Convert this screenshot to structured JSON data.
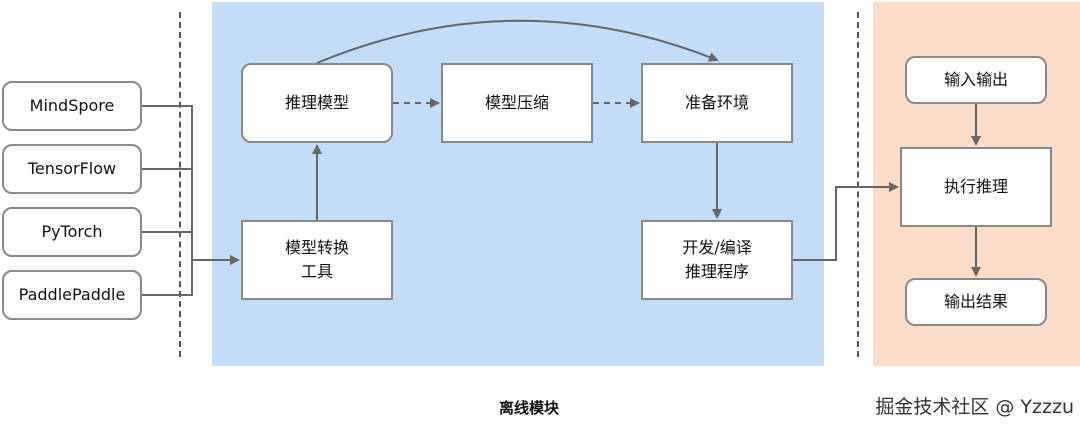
{
  "frameworks": [
    "MindSpore",
    "TensorFlow",
    "PyTorch",
    "PaddlePaddle"
  ],
  "offline": {
    "inference_model": "推理模型",
    "model_compression": "模型压缩",
    "prepare_env": "准备环境",
    "conversion_tool": "模型转换\n工具",
    "develop_compile": "开发/编译\n推理程序",
    "caption": "离线模块"
  },
  "online": {
    "io": "输入输出",
    "execute": "执行推理",
    "output_result": "输出结果"
  },
  "colors": {
    "offline_region": "#c3dcf7",
    "online_region": "#fbdcc9",
    "arrow": "#666666"
  },
  "watermark": "掘金技术社区 @ Yzzzu"
}
